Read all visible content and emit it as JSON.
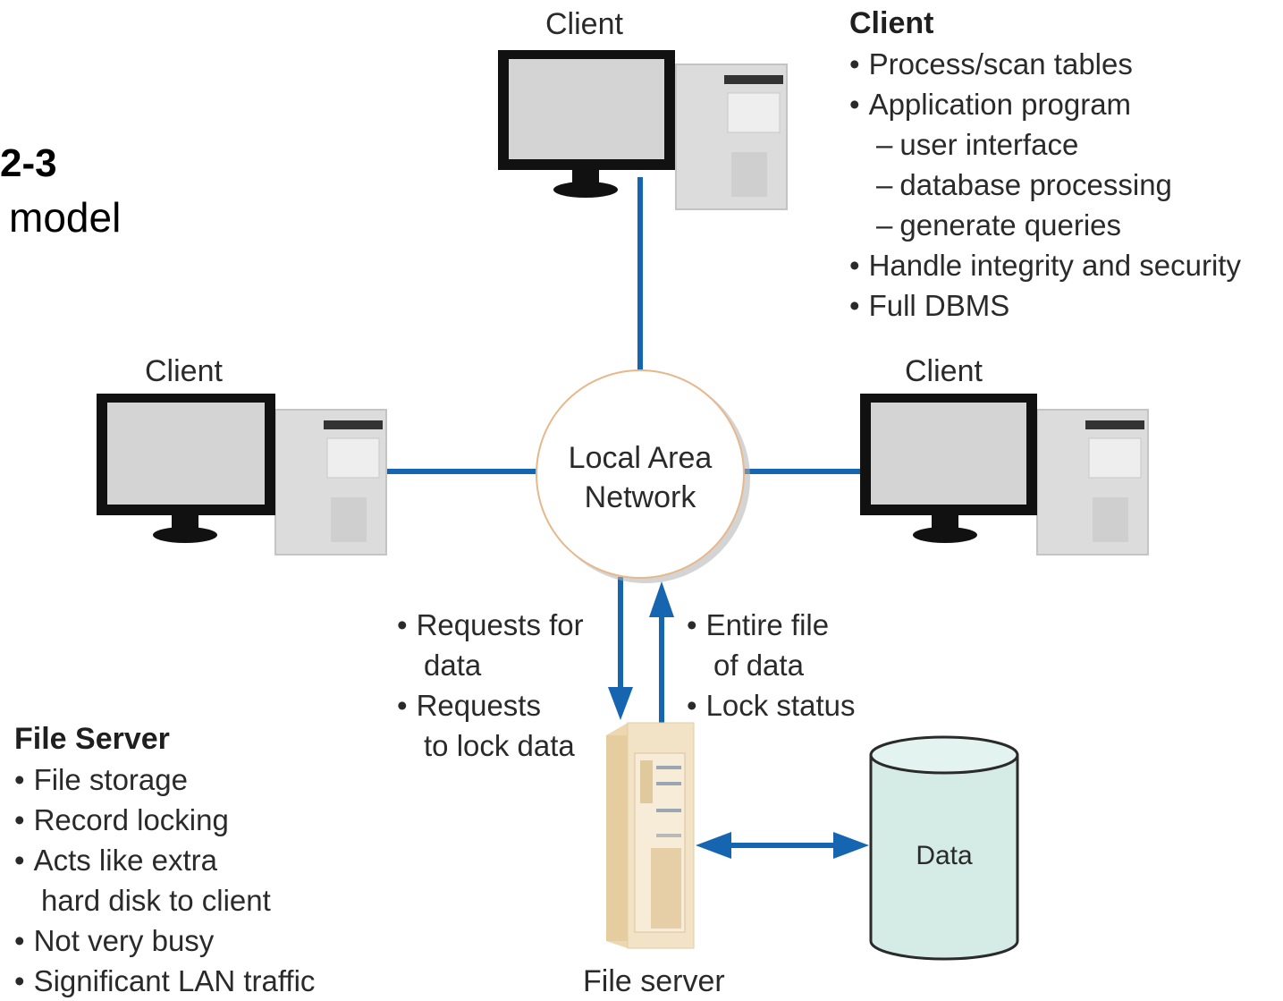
{
  "figure": {
    "number": "2-3",
    "caption": "model"
  },
  "clients": {
    "top_label": "Client",
    "left_label": "Client",
    "right_label": "Client"
  },
  "lan": {
    "line1": "Local Area",
    "line2": "Network"
  },
  "client_info": {
    "title": "Client",
    "items": [
      "Process/scan tables",
      "Application program"
    ],
    "sub_items": [
      "user interface",
      "database processing",
      "generate queries"
    ],
    "items_after": [
      "Handle integrity and security",
      "Full DBMS"
    ]
  },
  "requests": {
    "line1": "Requests for",
    "line2": "data",
    "line3": "Requests",
    "line4": "to lock data"
  },
  "responses": {
    "line1": "Entire file",
    "line2": "of data",
    "line3": "Lock status"
  },
  "file_server_info": {
    "title": "File Server",
    "item1": "File storage",
    "item2": "Record locking",
    "item3a": "Acts like extra",
    "item3b": "hard disk to client",
    "item4": "Not very busy",
    "item5": "Significant LAN traffic"
  },
  "file_server_label": "File server",
  "data_label": "Data",
  "colors": {
    "connector_blue": "#1565b0",
    "data_fill": "#d5ece6",
    "server_fill": "#f3e3c6"
  }
}
